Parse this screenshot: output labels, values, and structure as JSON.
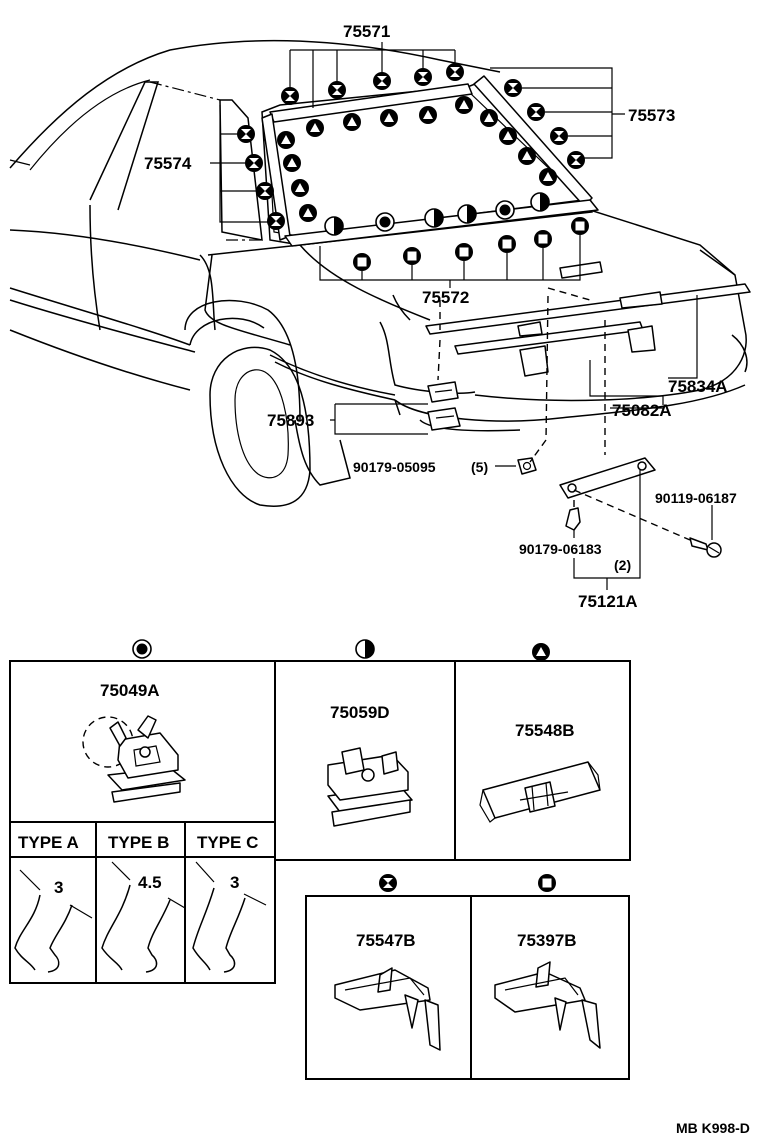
{
  "parts": {
    "p75571": "75571",
    "p75573": "75573",
    "p75574": "75574",
    "p75572": "75572",
    "p75834A": "75834A",
    "p75082A": "75082A",
    "p75893": "75893",
    "p90179_05095": "90179-05095",
    "p90179_05095_qty": "(5)",
    "p90119_06187": "90119-06187",
    "p90179_06183": "90179-06183",
    "p90179_06183_qty": "(2)",
    "p75121A": "75121A"
  },
  "details": {
    "d75049A": "75049A",
    "d75059D": "75059D",
    "d75548B": "75548B",
    "d75547B": "75547B",
    "d75397B": "75397B"
  },
  "types": {
    "a": "TYPE A",
    "b": "TYPE B",
    "c": "TYPE C",
    "dim_a": "3",
    "dim_b": "4.5",
    "dim_c": "3"
  },
  "footer": {
    "code": "MB K998-D"
  },
  "symbols": {
    "clip_75049A": "concentric-circle-icon",
    "clip_75059D": "half-circle-icon",
    "clip_75548B": "triangle-in-circle-icon",
    "clip_75547B": "hourglass-in-circle-icon",
    "clip_75397B": "square-in-circle-icon"
  }
}
